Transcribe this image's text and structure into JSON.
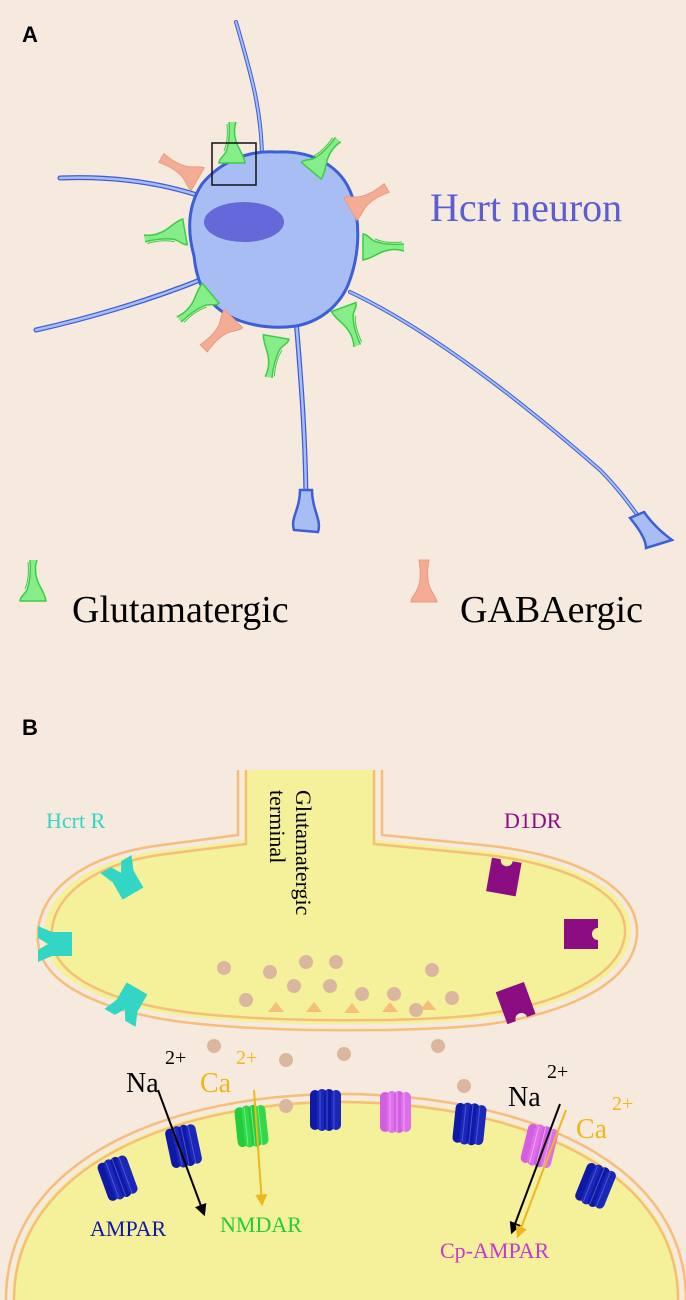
{
  "panel_a": {
    "letter": "A",
    "neuron_label": "Hcrt neuron",
    "legend": {
      "glutamatergic": "Glutamatergic",
      "gabaergic": "GABAergic"
    }
  },
  "panel_b": {
    "letter": "B",
    "terminal_label_line1": "Glutamatergic",
    "terminal_label_line2": "terminal",
    "hcrt_r": "Hcrt R",
    "d1dr": "D1DR",
    "ion_na_left": "Na",
    "ion_na_left_sup": "2+",
    "ion_ca_left": "Ca",
    "ion_ca_left_sup": "2+",
    "ion_na_right": "Na",
    "ion_na_right_sup": "2+",
    "ion_ca_right": "Ca",
    "ion_ca_right_sup": "2+",
    "ampar": "AMPAR",
    "nmdar": "NMDAR",
    "cp_ampar": "Cp-AMPAR"
  },
  "colors": {
    "background": "#f6e9de",
    "neuron_fill": "#a9bdf5",
    "neuron_stroke": "#3d5fd6",
    "nucleus": "#6468d8",
    "neuron_label": "#5a5ed2",
    "glutamatergic_synapse": "#86ee88",
    "glutamatergic_stroke": "#32d63c",
    "gabaergic_synapse": "#f4ad94",
    "terminal_fill": "#f5f09a",
    "membrane": "#f5be7a",
    "vesicle": "#dcb7a0",
    "hcrt_r": "#33d6c4",
    "d1dr": "#8c0c82",
    "ampar": "#0e1aa6",
    "nmdar": "#22cc3a",
    "cp_ampar": "#d45ee2",
    "calcium": "#efb81a"
  }
}
